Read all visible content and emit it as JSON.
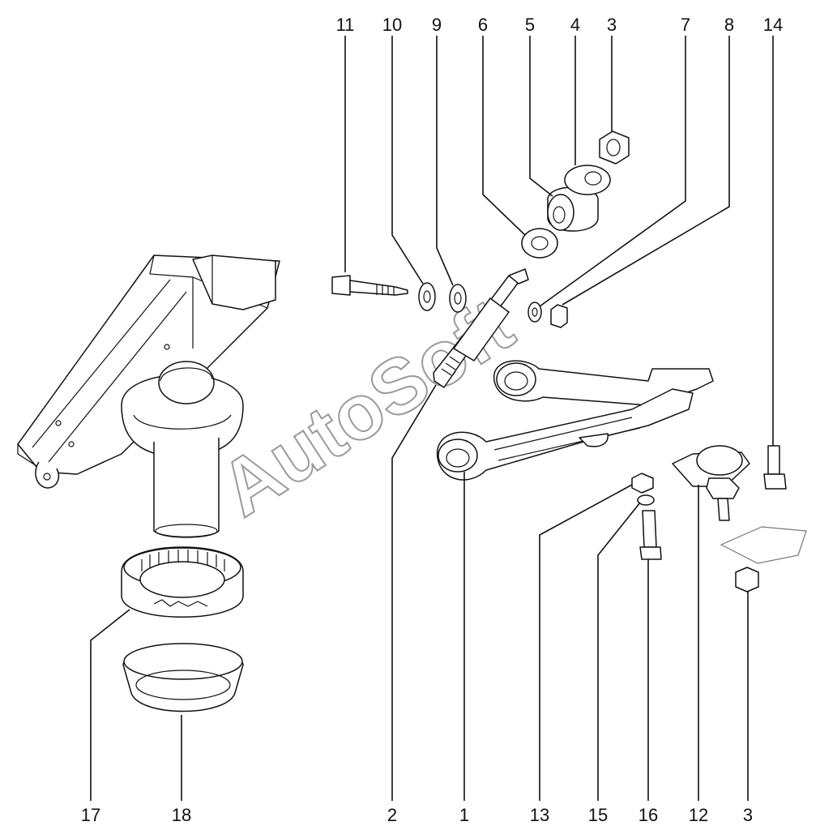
{
  "watermark": "AutoSoft",
  "labels": {
    "l11": "11",
    "l10": "10",
    "l9": "9",
    "l6": "6",
    "l5": "5",
    "l4": "4",
    "l3_top": "3",
    "l7": "7",
    "l8": "8",
    "l14": "14",
    "l17": "17",
    "l18": "18",
    "l2": "2",
    "l1": "1",
    "l13": "13",
    "l15": "15",
    "l16": "16",
    "l12": "12",
    "l3_bottom": "3"
  }
}
